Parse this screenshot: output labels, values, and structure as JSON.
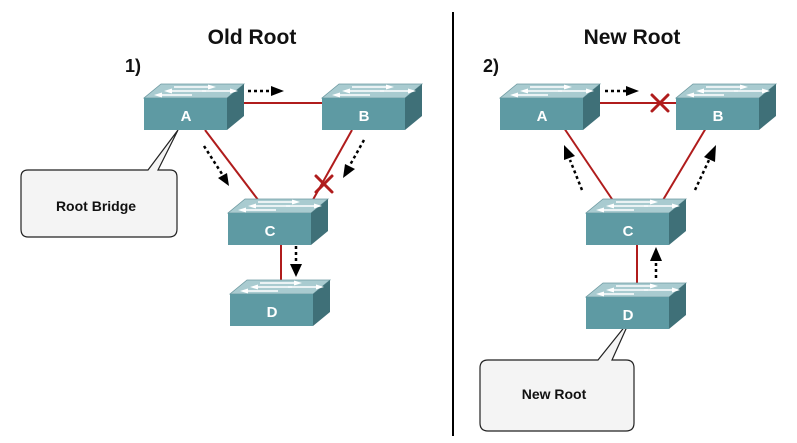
{
  "left_panel": {
    "title": "Old Root",
    "step": "1)",
    "callout": "Root Bridge",
    "switches": {
      "a": "A",
      "b": "B",
      "c": "C",
      "d": "D"
    }
  },
  "right_panel": {
    "title": "New Root",
    "step": "2)",
    "callout": "New Root",
    "switches": {
      "a": "A",
      "b": "B",
      "c": "C",
      "d": "D"
    }
  },
  "colors": {
    "link": "#b01c1c",
    "blocked_marker": "#b01c1c",
    "switch_top": "#a9cbd0",
    "switch_front": "#5e9aa3",
    "switch_side": "#3f7078",
    "divider": "#000000",
    "arrow": "#000000"
  },
  "icons": {
    "switch": "network-switch-icon",
    "blocked": "blocked-x-icon",
    "bpdu": "dotted-arrow-icon"
  }
}
